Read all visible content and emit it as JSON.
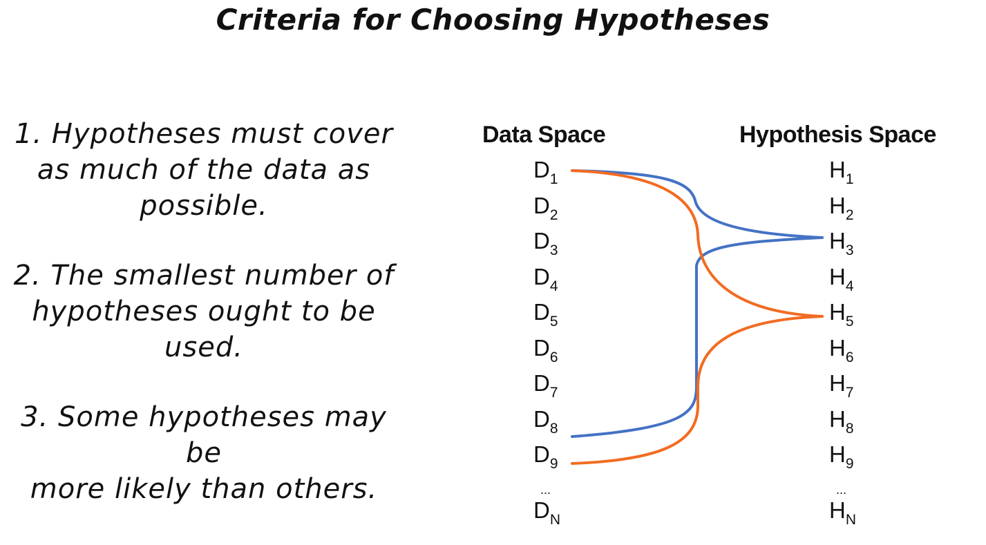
{
  "title": "Criteria for Choosing Hypotheses",
  "criteria": [
    {
      "lines": [
        "1. Hypotheses must cover",
        "as much of the data as",
        "possible."
      ]
    },
    {
      "lines": [
        "2. The smallest number of",
        "hypotheses ought to be",
        "used."
      ]
    },
    {
      "lines": [
        "3. Some hypotheses may be",
        "more likely than others."
      ]
    }
  ],
  "diagram": {
    "data_space_label": "Data Space",
    "hypothesis_space_label": "Hypothesis Space",
    "data_items": [
      {
        "base": "D",
        "sub": "1"
      },
      {
        "base": "D",
        "sub": "2"
      },
      {
        "base": "D",
        "sub": "3"
      },
      {
        "base": "D",
        "sub": "4"
      },
      {
        "base": "D",
        "sub": "5"
      },
      {
        "base": "D",
        "sub": "6"
      },
      {
        "base": "D",
        "sub": "7"
      },
      {
        "base": "D",
        "sub": "8"
      },
      {
        "base": "D",
        "sub": "9"
      }
    ],
    "data_ellipsis": "...",
    "data_last": {
      "base": "D",
      "sub": "N"
    },
    "hypothesis_items": [
      {
        "base": "H",
        "sub": "1"
      },
      {
        "base": "H",
        "sub": "2"
      },
      {
        "base": "H",
        "sub": "3"
      },
      {
        "base": "H",
        "sub": "4"
      },
      {
        "base": "H",
        "sub": "5"
      },
      {
        "base": "H",
        "sub": "6"
      },
      {
        "base": "H",
        "sub": "7"
      },
      {
        "base": "H",
        "sub": "8"
      },
      {
        "base": "H",
        "sub": "9"
      }
    ],
    "hypothesis_ellipsis": "...",
    "hypothesis_last": {
      "base": "H",
      "sub": "N"
    },
    "mappings": [
      {
        "hypothesis": "H3",
        "color": "#4472C4",
        "data": [
          "D1",
          "D8"
        ]
      },
      {
        "hypothesis": "H5",
        "color": "#F26B21",
        "data": [
          "D1",
          "D9"
        ]
      }
    ]
  }
}
